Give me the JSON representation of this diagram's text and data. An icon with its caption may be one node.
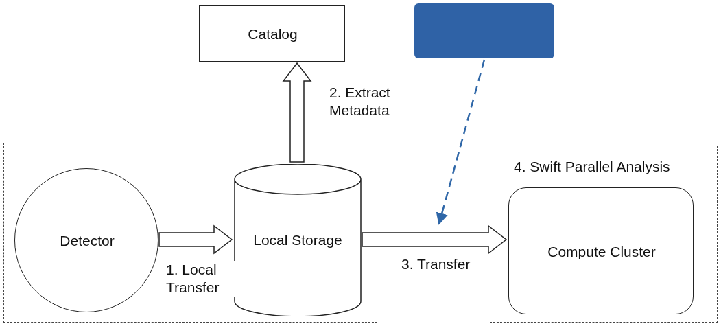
{
  "diagram": {
    "nodes": [
      {
        "text": [
          "Catalog"
        ]
      },
      {
        "text": [],
        "shape": "box"
      },
      {
        "text": [],
        "shape": "box"
      },
      {
        "text": [
          "Detector"
        ],
        "in": 2
      },
      {
        "text": [
          "Local Storage"
        ],
        "in": 2
      },
      {
        "text": [
          "4. Swift Parallel Analysis"
        ]
      },
      {
        "text": [
          "Compute Cluster"
        ],
        "in": 5
      }
    ],
    "edges": [
      {
        "from": 3,
        "to": 4,
        "arrow": "to",
        "label": "1. Local Transfer",
        "style": "thick"
      },
      {
        "from": 4,
        "to": 0,
        "arrow": "to",
        "label": "2. Extract Metadata",
        "style": "thick"
      },
      {
        "from": 4,
        "to": 6,
        "arrow": "to",
        "label": "3. Transfer",
        "style": "thick"
      },
      {
        "from": 1,
        "to": null,
        "arrow": "to",
        "style": "dashed",
        "color": "#2f67a8"
      }
    ]
  }
}
